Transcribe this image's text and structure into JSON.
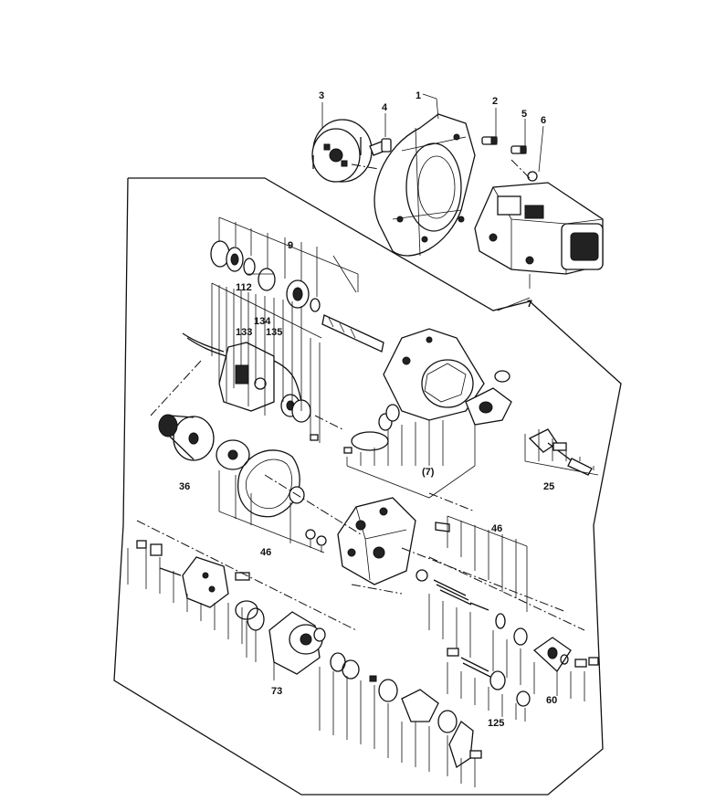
{
  "diagram": {
    "labels": {
      "l1": "1",
      "l2": "2",
      "l3": "3",
      "l4": "4",
      "l5": "5",
      "l6": "6",
      "l7": "7",
      "l9": "9",
      "l112": "112",
      "l133": "133",
      "l134": "134",
      "l135": "135",
      "l7p": "(7)",
      "l25": "25",
      "l36": "36",
      "l46a": "46",
      "l46b": "46",
      "l73": "73",
      "l60": "60",
      "l125": "125"
    }
  }
}
